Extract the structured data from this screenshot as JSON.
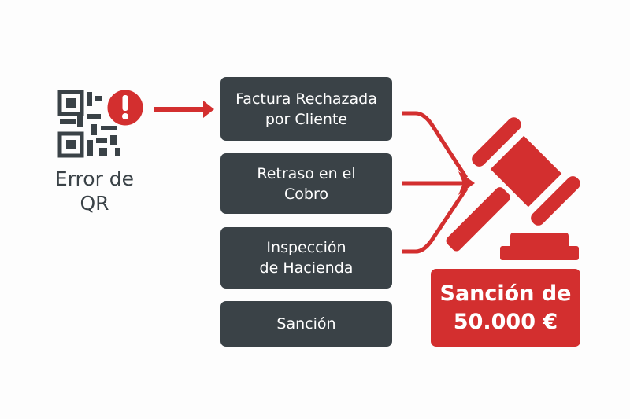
{
  "qr": {
    "label_line1": "Error de",
    "label_line2": "QR",
    "icon": "qr-code-icon",
    "alert_icon": "exclamation-icon"
  },
  "steps": [
    {
      "line1": "Factura Rechazada",
      "line2": "por Cliente"
    },
    {
      "line1": "Retraso en el",
      "line2": "Cobro"
    },
    {
      "line1": "Inspección",
      "line2": "de Hacienda"
    },
    {
      "line1": "Sanción",
      "line2": ""
    }
  ],
  "result": {
    "line1": "Sanción de",
    "line2": "50.000 €",
    "icon": "gavel-icon"
  },
  "colors": {
    "accent": "#d32f2f",
    "box": "#3a4247"
  }
}
